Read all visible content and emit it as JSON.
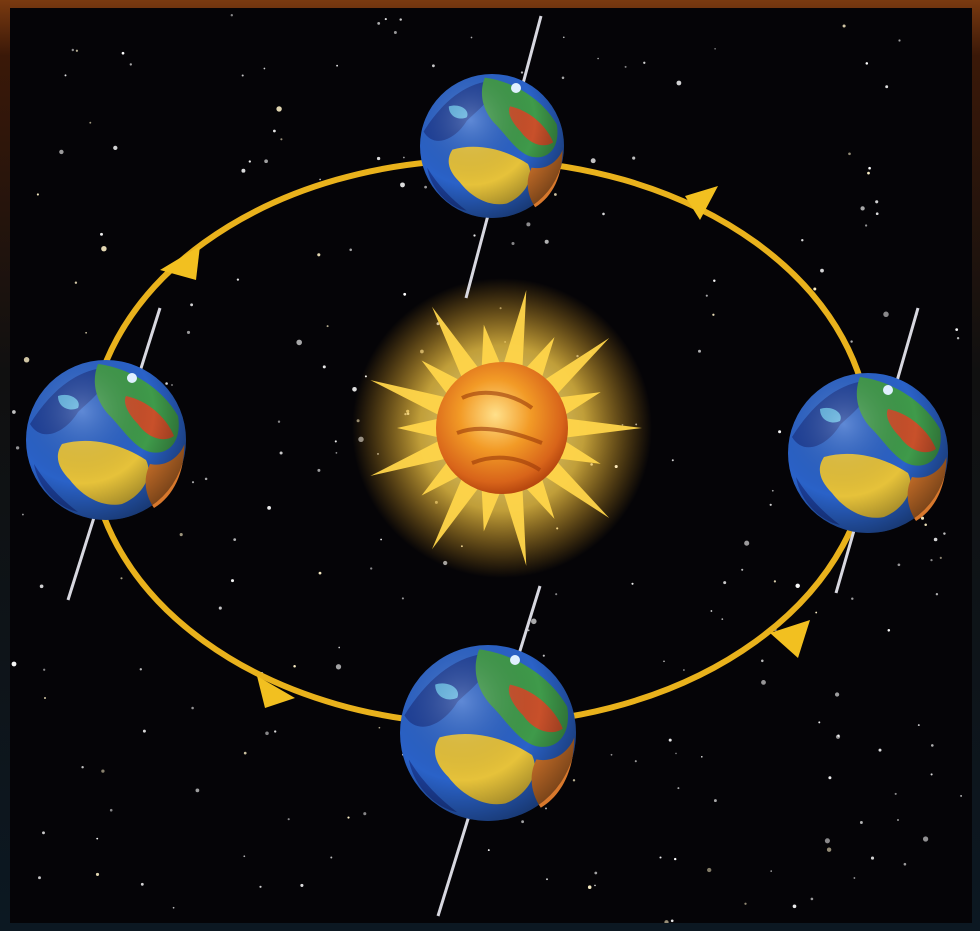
{
  "diagram": {
    "subject": "earth-orbit-around-sun",
    "colors": {
      "space": "#050407",
      "orbit": "#e9b21c",
      "sun_core": "#f08a18",
      "sun_rays": "#ffd54a",
      "ocean": "#1f4fb0",
      "land_green": "#3f9a4a",
      "land_yellow": "#e6c23a",
      "land_red": "#c8502a",
      "axis": "#d8d8e0"
    },
    "icons": [
      "sun-icon",
      "earth-icon",
      "orbit-arrow-icon"
    ],
    "earth_positions": [
      "top",
      "left",
      "right",
      "bottom"
    ],
    "orbit_direction": "counter-clockwise"
  }
}
